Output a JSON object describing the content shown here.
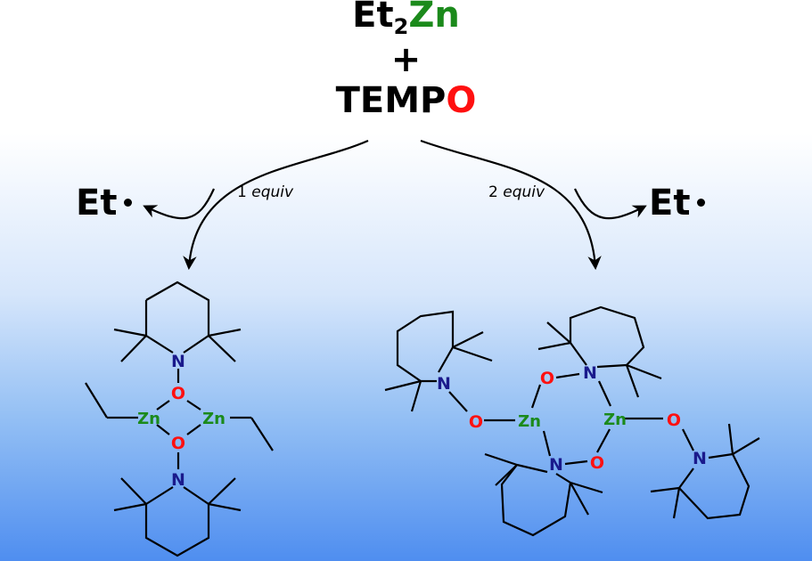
{
  "reagents": {
    "et": "Et",
    "sub2": "2",
    "zn": "Zn",
    "plus": "+",
    "tempo_main": "TEMP",
    "tempo_o": "O"
  },
  "radical_label": "Et",
  "left_path": {
    "number": "1",
    "unit": "equiv"
  },
  "right_path": {
    "number": "2",
    "unit": "equiv"
  },
  "atoms": {
    "nitrogen": "N",
    "oxygen": "O",
    "zinc": "Zn"
  },
  "colors": {
    "nitrogen": "#1a1a8c",
    "oxygen": "#ff1010",
    "zinc": "#1b8a1b",
    "bond": "#000000"
  }
}
